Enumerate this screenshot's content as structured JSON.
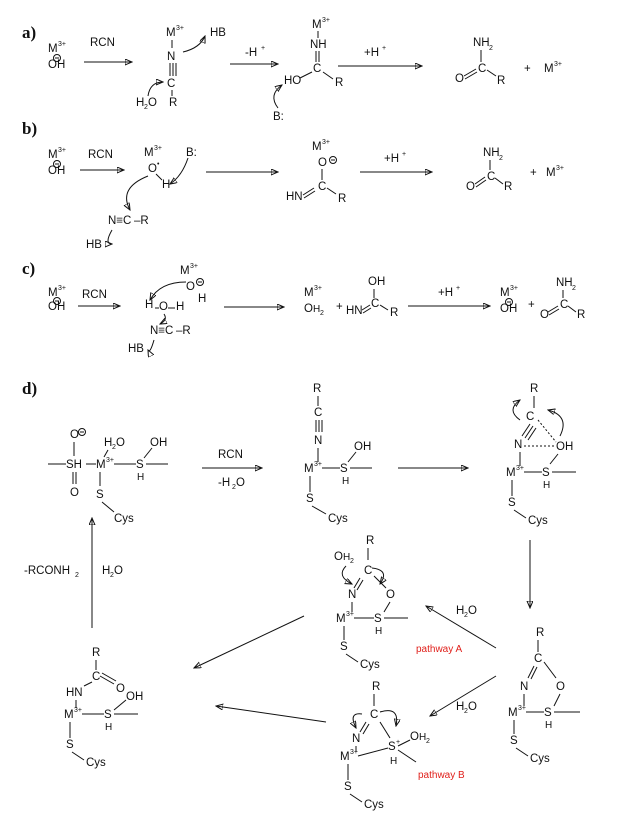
{
  "panels": {
    "a": "a)",
    "b": "b)",
    "c": "c)",
    "d": "d)"
  },
  "chem": {
    "M": "M",
    "M3plus": "3+",
    "OH": "OH",
    "O": "O",
    "H": "H",
    "N": "N",
    "NH": "NH",
    "NH2": "NH",
    "sub2": "2",
    "C": "C",
    "R": "R",
    "HO": "HO",
    "HB": "HB",
    "HN": "HN",
    "H2O": "H",
    "B": "B:",
    "S": "S",
    "SH": "SH",
    "Cys": "Cys",
    "plus": "+",
    "Hplus": "+H",
    "minusHplus": "-H",
    "nitrile_NC": "N≡C",
    "dashR": "–R"
  },
  "reagents": {
    "RCN": "RCN",
    "minus_H2O": "-H",
    "minus_RCONH2": "-RCONH",
    "H2O_label": "H"
  },
  "pathways": {
    "A": "pathway A",
    "B": "pathway B"
  },
  "colors": {
    "ink": "#111111",
    "pathway_label": "#e0201b"
  }
}
